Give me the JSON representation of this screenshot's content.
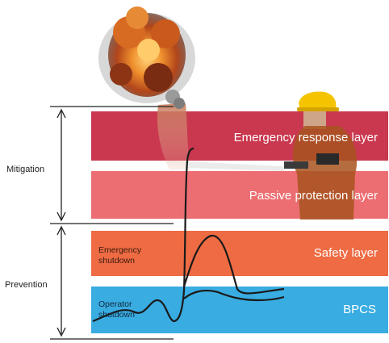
{
  "side_labels": {
    "mitigation": "Mitigation",
    "prevention": "Prevention"
  },
  "layers": [
    {
      "label": "Emergency response layer",
      "color": "#c9384f"
    },
    {
      "label": "Passive protection layer",
      "color": "#ec6e72"
    },
    {
      "label": "Safety layer",
      "color": "#ee6b43"
    },
    {
      "label": "BPCS",
      "color": "#39ace2"
    }
  ],
  "inner_labels": {
    "emergency_shutdown": [
      "Emergency",
      "shutdown"
    ],
    "operator_shutdown": [
      "Operator",
      "shutdown"
    ]
  },
  "icons": [
    "fire-explosion-icon",
    "firefighter-icon"
  ],
  "colors": {
    "fire_orange": "#e2702a",
    "smoke_gray": "#9a9a9a",
    "helmet_yellow": "#f5c400",
    "curve": "#1a1a1a"
  }
}
